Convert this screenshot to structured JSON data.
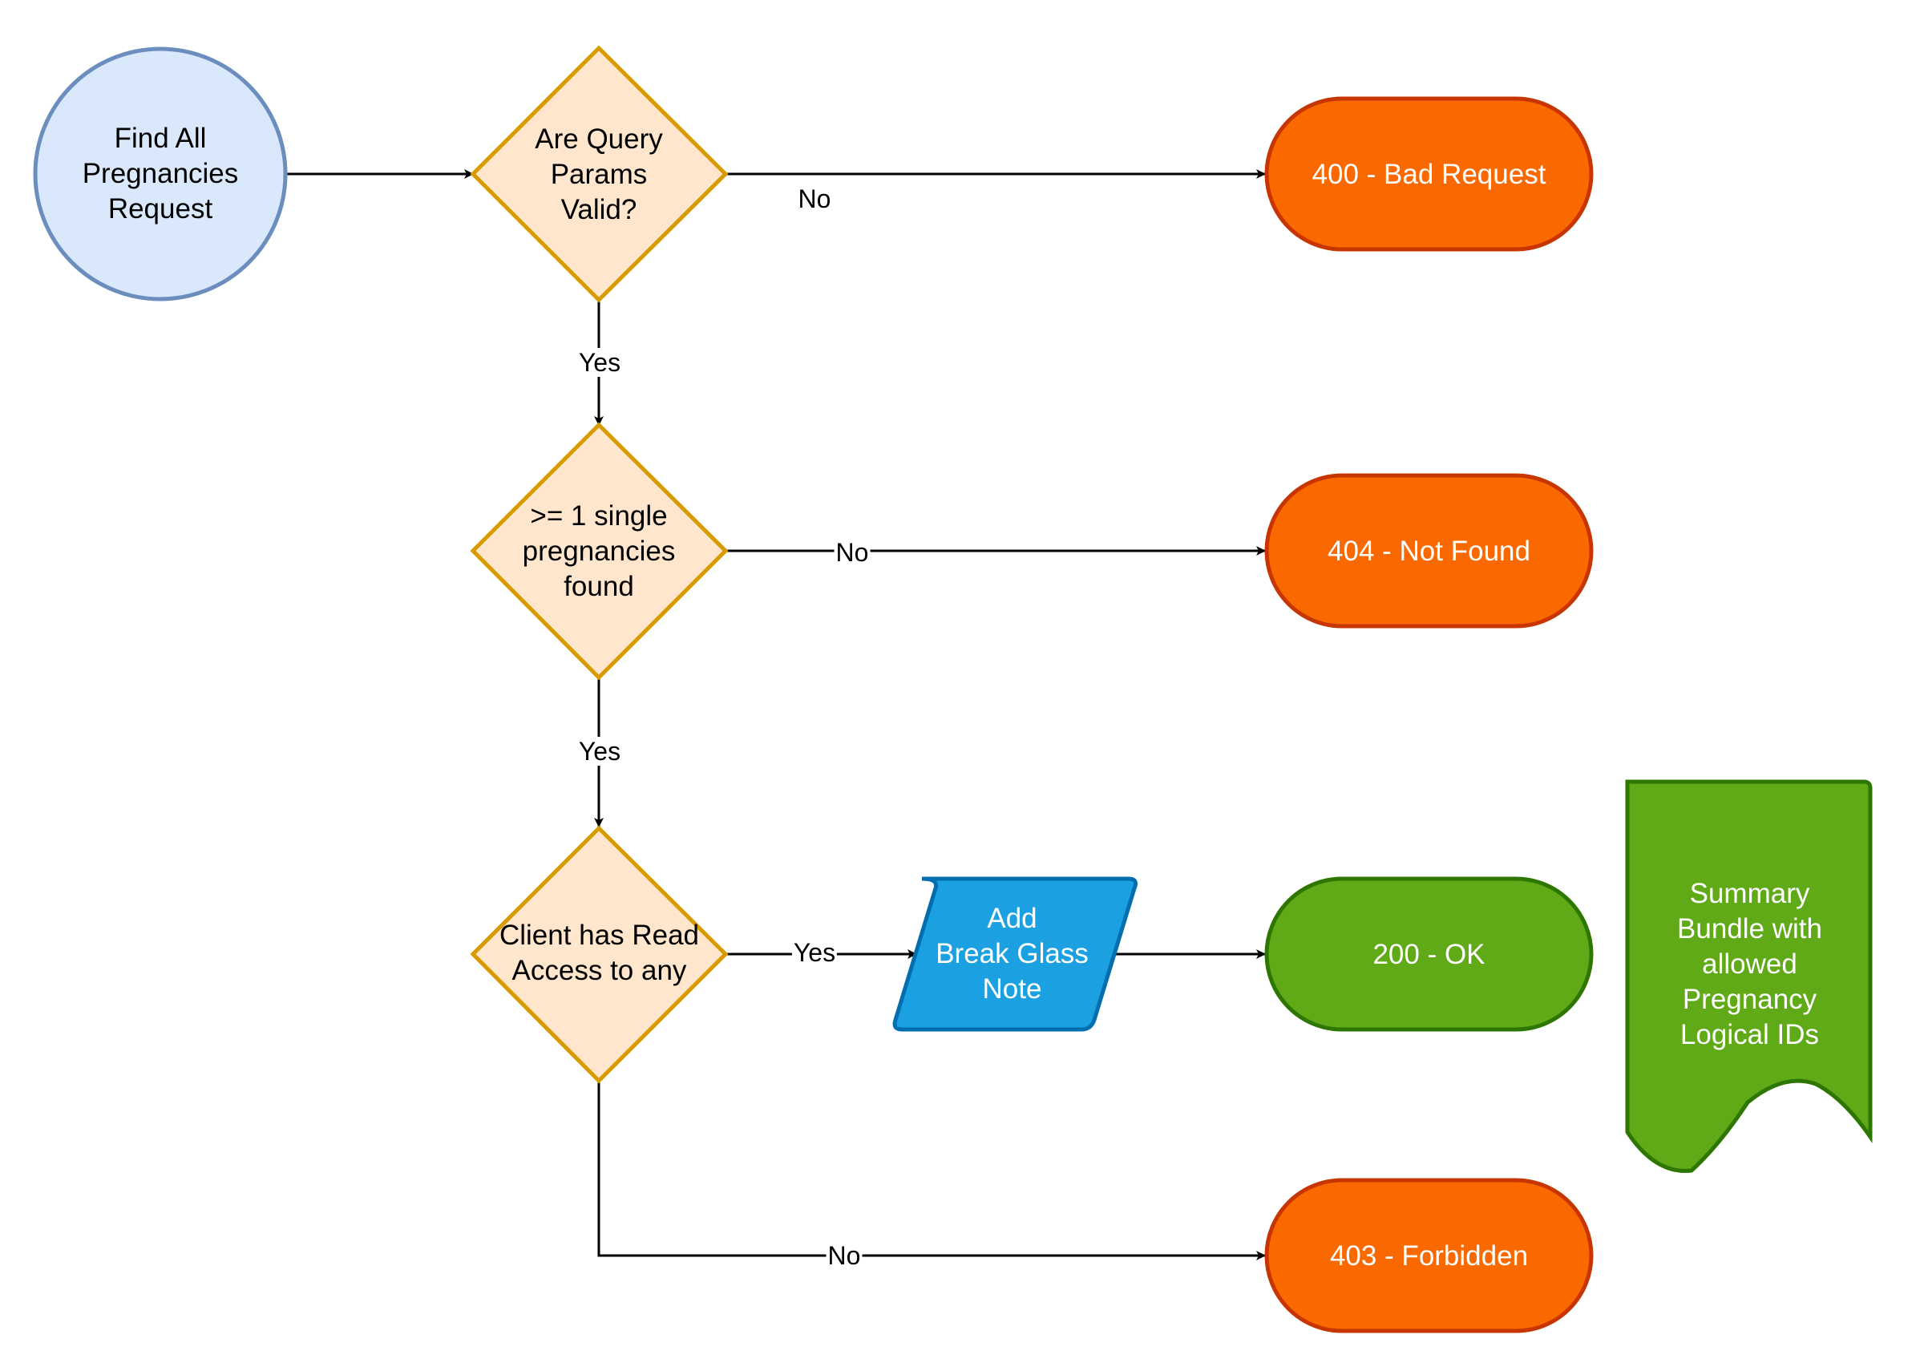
{
  "nodes": {
    "start": {
      "lines": [
        "Find All",
        "Pregnancies",
        "Request"
      ]
    },
    "decision_params": {
      "lines": [
        "Are Query",
        "Params",
        "Valid?"
      ]
    },
    "decision_found": {
      "lines": [
        ">= 1 single",
        "pregnancies",
        "found"
      ]
    },
    "decision_access": {
      "lines": [
        "Client has Read",
        "Access to any"
      ]
    },
    "add_note": {
      "lines": [
        "Add",
        "Break Glass",
        "Note"
      ]
    },
    "result_400": {
      "lines": [
        "400 - Bad Request"
      ]
    },
    "result_404": {
      "lines": [
        "404 - Not Found"
      ]
    },
    "result_200": {
      "lines": [
        "200 - OK"
      ]
    },
    "result_403": {
      "lines": [
        "403 - Forbidden"
      ]
    },
    "summary_doc": {
      "lines": [
        "Summary",
        "Bundle with",
        "allowed",
        "Pregnancy",
        "Logical IDs"
      ]
    }
  },
  "edges": {
    "params_no": "No",
    "params_yes": "Yes",
    "found_no": "No",
    "found_yes": "Yes",
    "access_yes": "Yes",
    "access_no": "No"
  },
  "colors": {
    "start_fill": "#dae8fc",
    "start_stroke": "#6c8ebf",
    "decision_fill": "#ffe6cc",
    "decision_stroke": "#d79b00",
    "error_fill": "#fa6800",
    "error_stroke": "#c73500",
    "ok_fill": "#60a917",
    "ok_stroke": "#2d7600",
    "io_fill": "#1ba1e2",
    "io_stroke": "#006eaf",
    "edge": "#000000"
  }
}
